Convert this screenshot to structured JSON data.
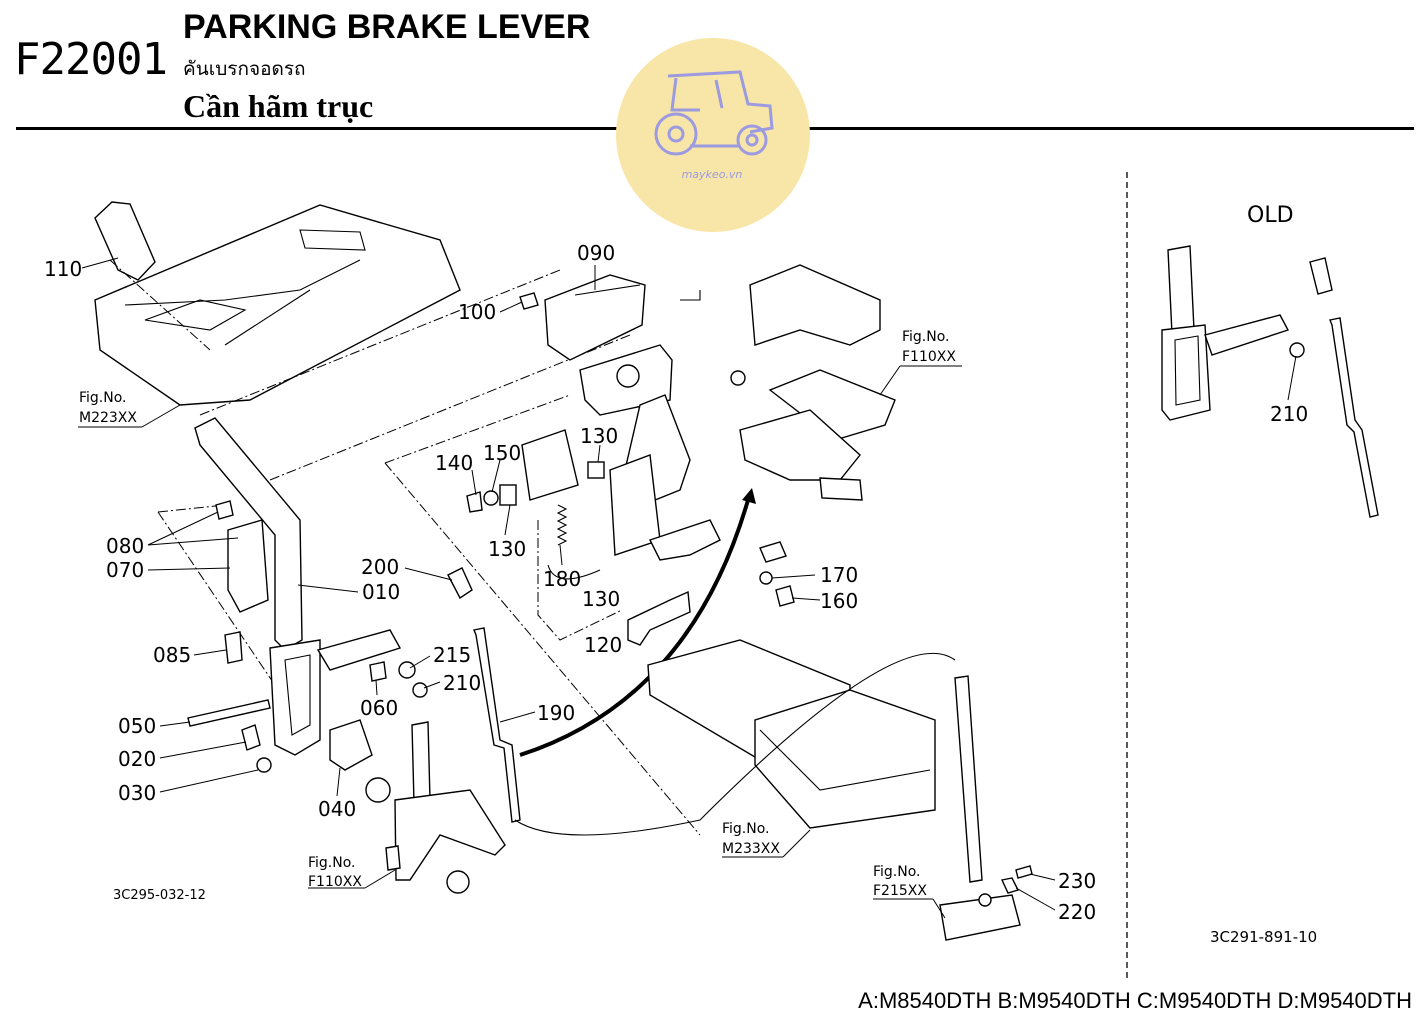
{
  "header": {
    "code": "F22001",
    "title_en": "PARKING BRAKE LEVER",
    "title_th": "คันเบรกจอดรถ",
    "title_vi": "Cần hãm trục"
  },
  "watermark": {
    "text": "maykeo.vn",
    "color": "#f8e6a8",
    "icon": "tractor-icon"
  },
  "old_label": "OLD",
  "fig_refs": {
    "m223": {
      "line1": "Fig.No.",
      "line2": "M223XX"
    },
    "f110_top": {
      "line1": "Fig.No.",
      "line2": "F110XX"
    },
    "f110_bottom": {
      "line1": "Fig.No.",
      "line2": "F110XX"
    },
    "m233": {
      "line1": "Fig.No.",
      "line2": "M233XX"
    },
    "f215": {
      "line1": "Fig.No.",
      "line2": "F215XX"
    }
  },
  "part_labels": {
    "p110": "110",
    "p090": "090",
    "p100": "100",
    "p130a": "130",
    "p140": "140",
    "p150": "150",
    "p130b": "130",
    "p180": "180",
    "p130c": "130",
    "p120": "120",
    "p170": "170",
    "p160": "160",
    "p080": "080",
    "p070": "070",
    "p200": "200",
    "p010": "010",
    "p085": "085",
    "p215": "215",
    "p210": "210",
    "p060": "060",
    "p050": "050",
    "p190": "190",
    "p020": "020",
    "p030": "030",
    "p040": "040",
    "p230": "230",
    "p220": "220",
    "p210_old": "210"
  },
  "drawing_codes": {
    "left": "3C295-032-12",
    "right": "3C291-891-10"
  },
  "model_line": "A:M8540DTH B:M9540DTH C:M9540DTH D:M9540DTH"
}
